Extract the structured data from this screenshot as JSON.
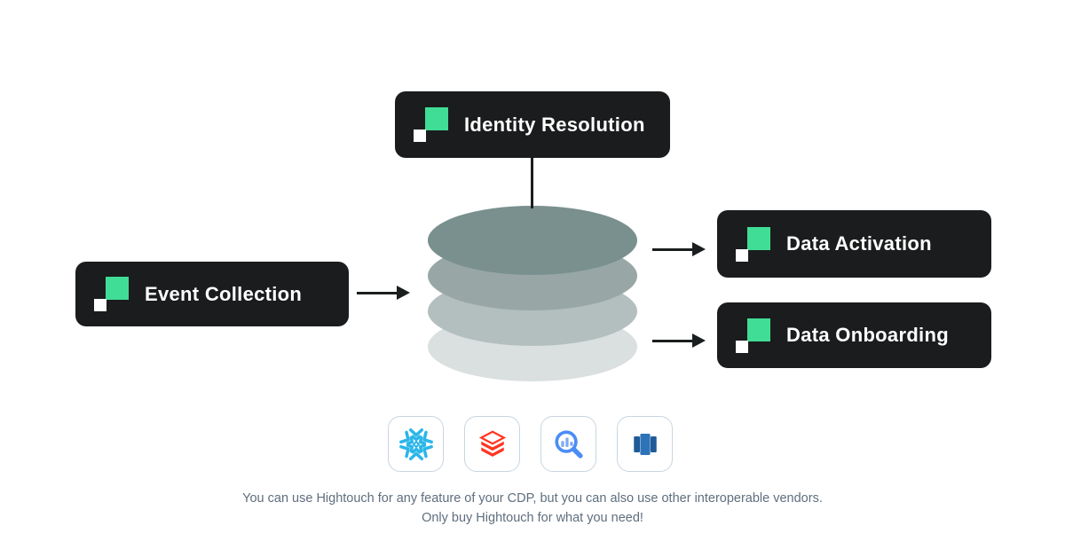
{
  "nodes": {
    "identity_resolution": {
      "label": "Identity Resolution"
    },
    "event_collection": {
      "label": "Event Collection"
    },
    "data_activation": {
      "label": "Data Activation"
    },
    "data_onboarding": {
      "label": "Data Onboarding"
    }
  },
  "warehouse": {
    "layer_colors": [
      "#7A908F",
      "#98A7A6",
      "#B3BFBE",
      "#D9E0DF"
    ]
  },
  "vendors": [
    {
      "icon": "snowflake-icon",
      "label": "Snowflake",
      "color": "#2BB6E9"
    },
    {
      "icon": "databricks-icon",
      "label": "Databricks",
      "color": "#FF3621"
    },
    {
      "icon": "bigquery-icon",
      "label": "BigQuery",
      "color": "#4C8DF5"
    },
    {
      "icon": "redshift-icon",
      "label": "Amazon Redshift",
      "color": "#205B97"
    }
  ],
  "caption": {
    "line1": "You can use Hightouch for any feature of your CDP, but you can also use other interoperable vendors.",
    "line2": "Only buy Hightouch for what you need!"
  },
  "colors": {
    "pill_bg": "#1A1C1D",
    "pill_text": "#FFFFFF",
    "logo_green": "#40DD96",
    "logo_white": "#FFFFFF",
    "arrow": "#1B1E1F",
    "card_border": "#C9D5E0",
    "caption_text": "#5F6E7E",
    "background": "#FFFFFF"
  }
}
